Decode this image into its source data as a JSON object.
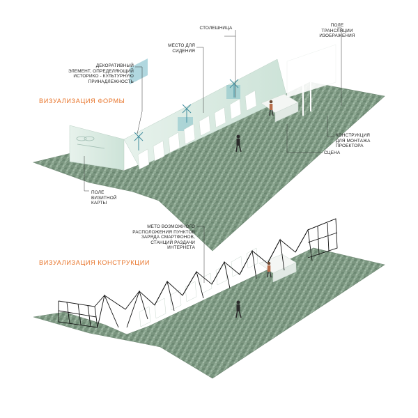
{
  "sections": {
    "form_title": "ВИЗУАЛИЗАЦИЯ ФОРМЫ",
    "structure_title": "ВИЗУАЛИЗАЦИЯ КОНСТРУКЦИИ"
  },
  "labels": {
    "countertop": "СТОЛЕШНИЦА",
    "image_field": "ПОЛЕ\nТРАНСЛЯЦИИ\nИЗОБРАЖЕНИЯ",
    "seating": "МЕСТО ДЛЯ\nСИДЕНИЯ",
    "decorative": "ДЕКОРАТИВНЫЙ\nЭЛЕМЕНТ, ОПРЕДЕЛЯЮЩИЙ\nИСТОРИКО - КУЛЬТУРНУЮ\nПРИНАДЛЕЖНОСТЬ",
    "projector": "КОНСТРУКЦИЯ\nДЛЯ МОНТАЖА\nПРОЕКТОРА",
    "stage": "СЦЕНА",
    "business_card": "ПОЛЕ\nВИЗИТНОЙ\nКАРТЫ",
    "charging": "МЕТО ВОЗМОЖНОГО\nРАСПОЛОЖЕНИЯ ПУНКТОВ\nЗАРЯДА СМАРТФОНОВ,\nСТАНЦИЙ РАЗДАЧИ\nИНТЕРНЕТА"
  },
  "colors": {
    "accent": "#e8742a",
    "paving": "#7f9a84",
    "wall": "#dcece4",
    "text": "#222222"
  }
}
